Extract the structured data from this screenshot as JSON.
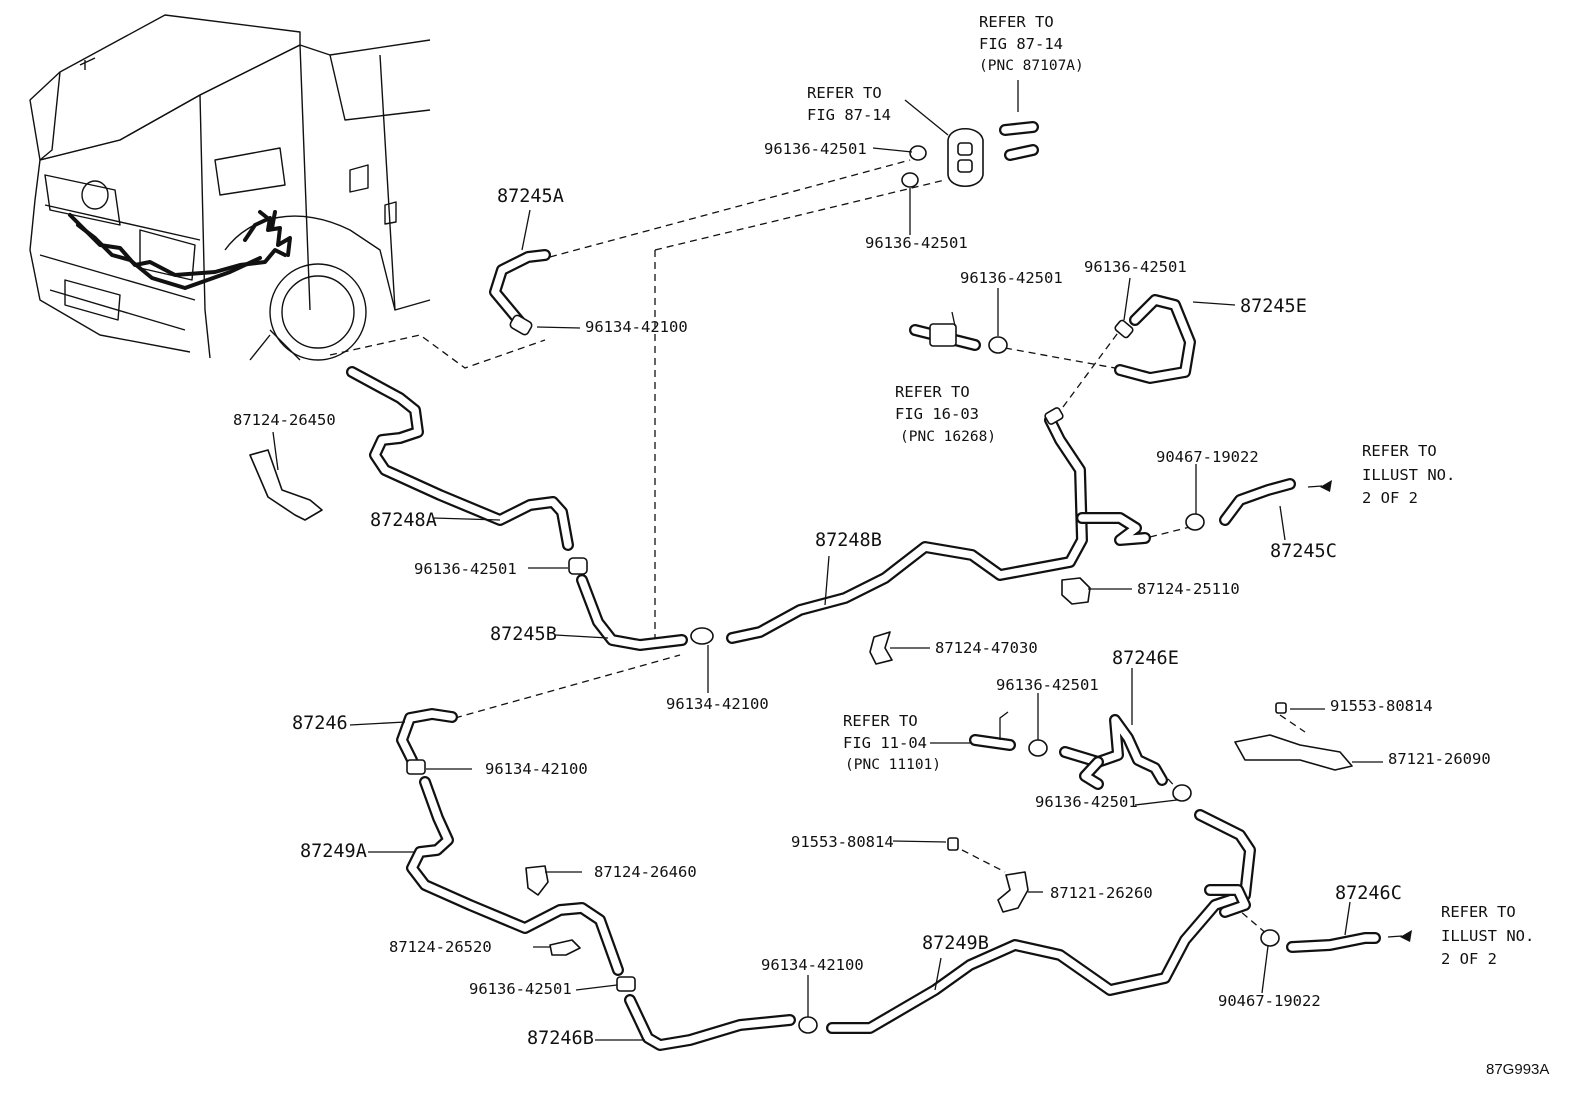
{
  "diagram": {
    "code": "87G993A",
    "refs": {
      "fig_87_14_top": [
        "REFER TO",
        "FIG 87-14",
        "(PNC 87107A)"
      ],
      "fig_87_14": [
        "REFER TO",
        "FIG 87-14"
      ],
      "fig_16_03": [
        "REFER TO",
        "FIG 16-03",
        "(PNC 16268)"
      ],
      "fig_11_04": [
        "REFER TO",
        "FIG 11-04",
        "(PNC 11101)"
      ],
      "illust_upper": [
        "REFER TO",
        "ILLUST NO.",
        "2 OF 2"
      ],
      "illust_lower": [
        "REFER TO",
        "ILLUST NO.",
        "2 OF 2"
      ]
    },
    "hoses": {
      "h87245A": "87245A",
      "h87245E": "87245E",
      "h87248A": "87248A",
      "h87245C": "87245C",
      "h87248B": "87248B",
      "h87245B": "87245B",
      "h87246E": "87246E",
      "h87246": "87246",
      "h87249A": "87249A",
      "h87246C": "87246C",
      "h87249B": "87249B",
      "h87246B": "87246B"
    },
    "parts": {
      "clip_top_a": "96136-42501",
      "clip_top_b": "96136-42501",
      "clip_96134_a": "96134-42100",
      "clip_fig16_a": "96136-42501",
      "clip_fig16_b": "96136-42501",
      "bracket_26450": "87124-26450",
      "clip_90467_upper": "90467-19022",
      "clip_96136_mid": "96136-42501",
      "bracket_25110": "87124-25110",
      "bracket_47030": "87124-47030",
      "clip_96134_mid": "96134-42100",
      "clip_96136_11_04": "96136-42501",
      "bolt_upper": "91553-80814",
      "bracket_26090": "87121-26090",
      "clip_96134_low": "96134-42100",
      "clip_96136_right": "96136-42501",
      "bolt_lower": "91553-80814",
      "bracket_26460": "87124-26460",
      "bracket_26260": "87121-26260",
      "bracket_26520": "87124-26520",
      "clip_96134_bottom": "96134-42100",
      "clip_96136_bottom": "96136-42501",
      "clip_90467_lower": "90467-19022"
    }
  }
}
